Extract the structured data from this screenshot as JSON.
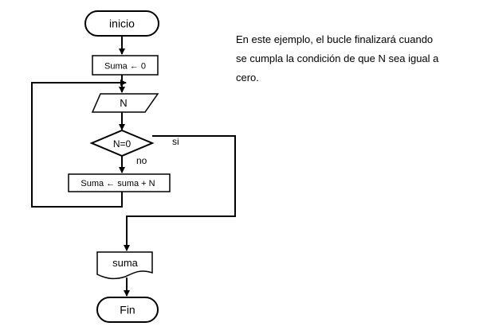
{
  "flowchart": {
    "start_label": "inicio",
    "init_label": "Suma ← 0",
    "input_label": "N",
    "condition_label": "N=0",
    "yes_label": "si",
    "no_label": "no",
    "process_label": "Suma ← suma + N",
    "output_label": "suma",
    "end_label": "Fin"
  },
  "note": {
    "lines": [
      "En este ejemplo, el bucle finalizará cuando",
      "se cumpla la condición de que N sea igual a",
      "cero."
    ]
  }
}
